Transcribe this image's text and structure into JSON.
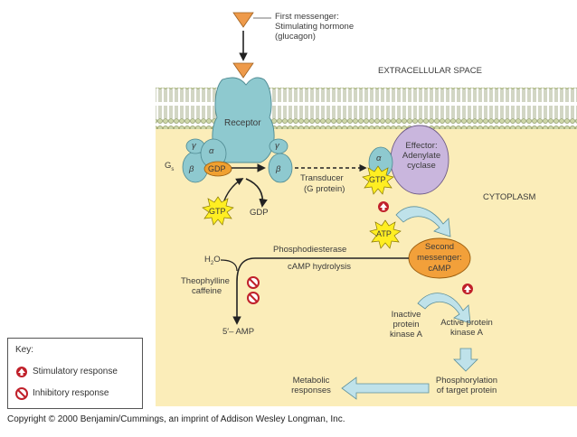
{
  "labels": {
    "first_messenger": "First messenger:",
    "stimulating_hormone": "Stimulating hormone",
    "glucagon": "(glucagon)",
    "extracellular": "EXTRACELLULAR SPACE",
    "receptor": "Receptor",
    "gs": "G",
    "gs_sub": "s",
    "gamma": "γ",
    "alpha": "α",
    "beta": "β",
    "gdp": "GDP",
    "gtp": "GTP",
    "effector": "Effector:",
    "adenylate": "Adenylate",
    "cyclase": "cyclase",
    "transducer": "Transducer",
    "g_protein": "(G protein)",
    "cytoplasm": "CYTOPLASM",
    "atp": "ATP",
    "second": "Second",
    "messenger": "messenger:",
    "camp": "cAMP",
    "phosphodiesterase": "Phosphodiesterase",
    "camp_hydrolysis": "cAMP hydrolysis",
    "h2o": "H",
    "h2o_sub": "2",
    "h2o_o": "O",
    "theophylline": "Theophylline",
    "caffeine": "caffeine",
    "amp": "5′– AMP",
    "inactive": "Inactive",
    "protein": "protein",
    "kinase_a": "kinase A",
    "active_protein": "Active protein",
    "active_kinase": "kinase A",
    "phosphorylation": "Phosphorylation",
    "target_protein": "of target protein",
    "metabolic": "Metabolic",
    "responses": "responses"
  },
  "key": {
    "title": "Key:",
    "stimulatory": "Stimulatory response",
    "inhibitory": "Inhibitory response"
  },
  "copyright": "Copyright © 2000 Benjamin/Cummings, an imprint of Addison Wesley Longman, Inc.",
  "colors": {
    "cytoplasm": "#fbedb9",
    "receptor": "#8ec9cf",
    "gdp_fill": "#f0a030",
    "gtp_fill": "#ffee22",
    "effector": "#c9b6dd",
    "second_messenger": "#f2a03a",
    "arrow_blue": "#bfe2ea",
    "hormone": "#ee9a4a",
    "stimulatory": "#c0202a"
  }
}
